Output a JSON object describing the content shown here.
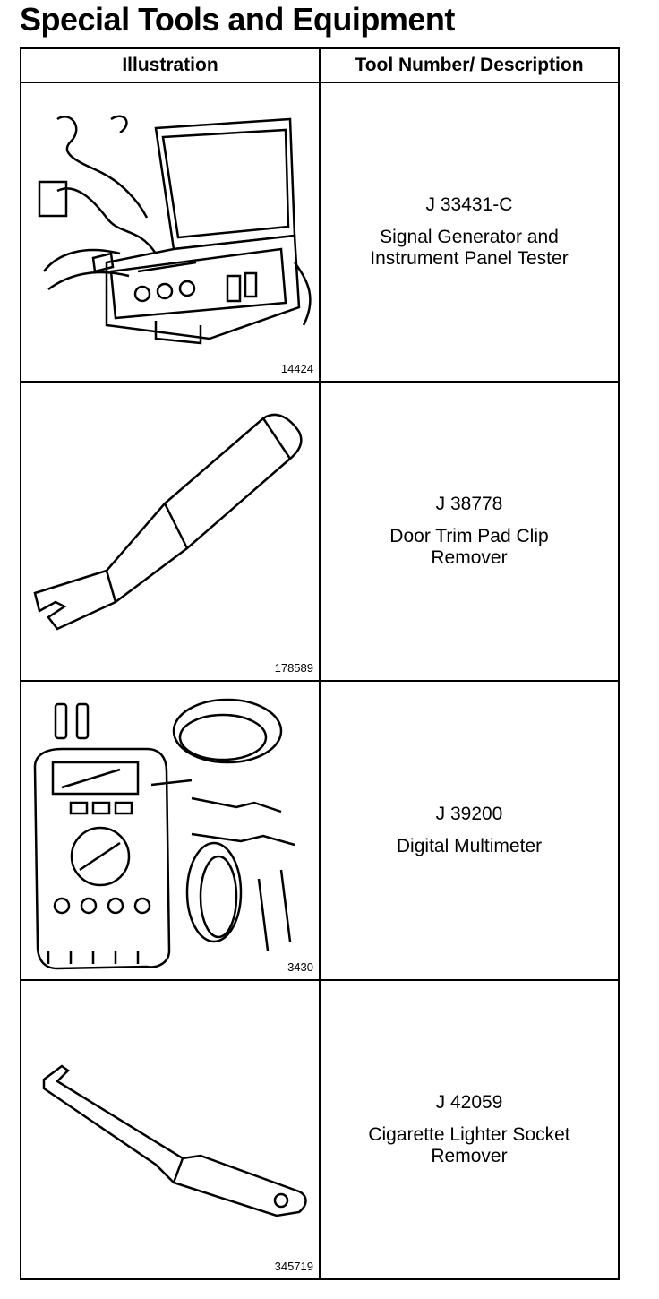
{
  "page": {
    "title": "Special Tools and Equipment"
  },
  "table": {
    "headers": {
      "illustration": "Illustration",
      "description": "Tool Number/ Description"
    },
    "rows": [
      {
        "figure_number": "14424",
        "tool_number": "J 33431-C",
        "description": "Signal Generator and\nInstrument Panel Tester",
        "icon": "signal-generator-case-icon"
      },
      {
        "figure_number": "178589",
        "tool_number": "J 38778",
        "description": "Door Trim Pad Clip\nRemover",
        "icon": "trim-pad-clip-remover-icon"
      },
      {
        "figure_number": "3430",
        "tool_number": "J 39200",
        "description": "Digital Multimeter",
        "icon": "digital-multimeter-icon"
      },
      {
        "figure_number": "345719",
        "tool_number": "J 42059",
        "description": "Cigarette Lighter Socket\nRemover",
        "icon": "lighter-socket-remover-icon"
      }
    ]
  }
}
